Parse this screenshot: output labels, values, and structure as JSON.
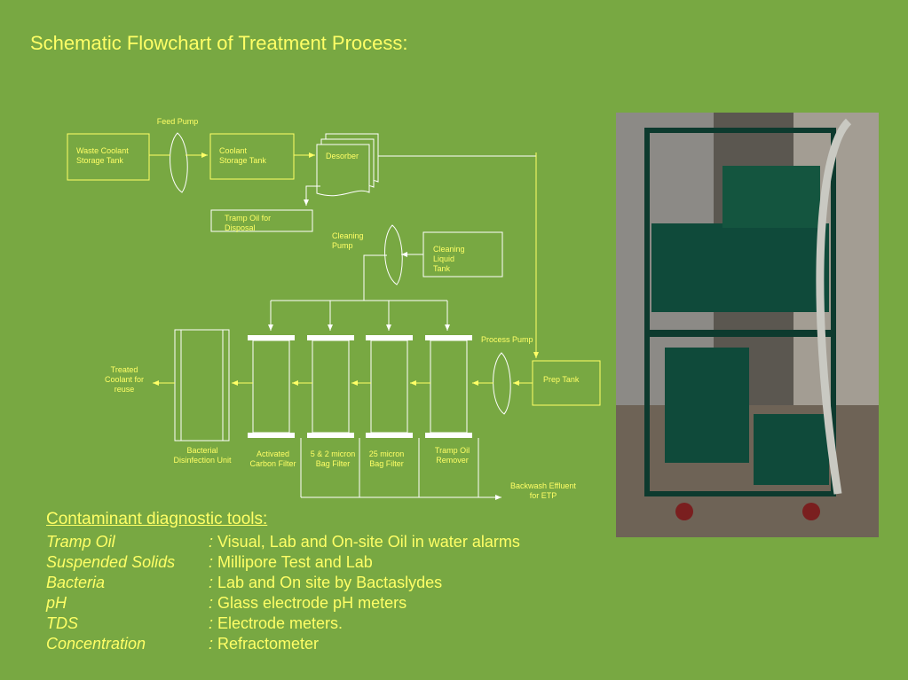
{
  "title": "Schematic Flowchart of Treatment Process:",
  "flowchart": {
    "feed_pump": "Feed Pump",
    "waste_coolant_tank": "Waste Coolant Storage Tank",
    "coolant_storage_tank": "Coolant Storage Tank",
    "desorber": "Desorber",
    "tramp_oil_disposal": "Tramp Oil for Disposal",
    "cleaning_pump": "Cleaning Pump",
    "cleaning_liquid_tank": "Cleaning Liquid Tank",
    "process_pump": "Process Pump",
    "prep_tank": "Prep  Tank",
    "treated_coolant": "Treated Coolant for reuse",
    "bacterial_unit": "Bacterial Disinfection Unit",
    "activated_carbon": "Activated Carbon Filter",
    "bag_filter_5_2": "5 & 2 micron Bag Filter",
    "bag_filter_25": "25 micron Bag Filter",
    "tramp_oil_remover": "Tramp Oil Remover",
    "backwash": "Backwash Effluent for ETP"
  },
  "photo": {
    "description_icon": "treatment-machine-photo"
  },
  "diagnostics": {
    "heading": "Contaminant diagnostic tools:",
    "separator": ":",
    "rows": [
      {
        "name": "Tramp Oil",
        "value": "Visual, Lab and On-site Oil in water alarms"
      },
      {
        "name": "Suspended Solids",
        "value": "Millipore Test and Lab"
      },
      {
        "name": "Bacteria",
        "value": "Lab and On site by Bactaslydes"
      },
      {
        "name": "pH",
        "value": "Glass electrode pH meters"
      },
      {
        "name": "TDS",
        "value": "Electrode meters."
      },
      {
        "name": "Concentration",
        "value": "Refractometer"
      }
    ]
  },
  "colors": {
    "background": "#78a842",
    "accent": "#ffff66",
    "line": "#ffffff"
  }
}
